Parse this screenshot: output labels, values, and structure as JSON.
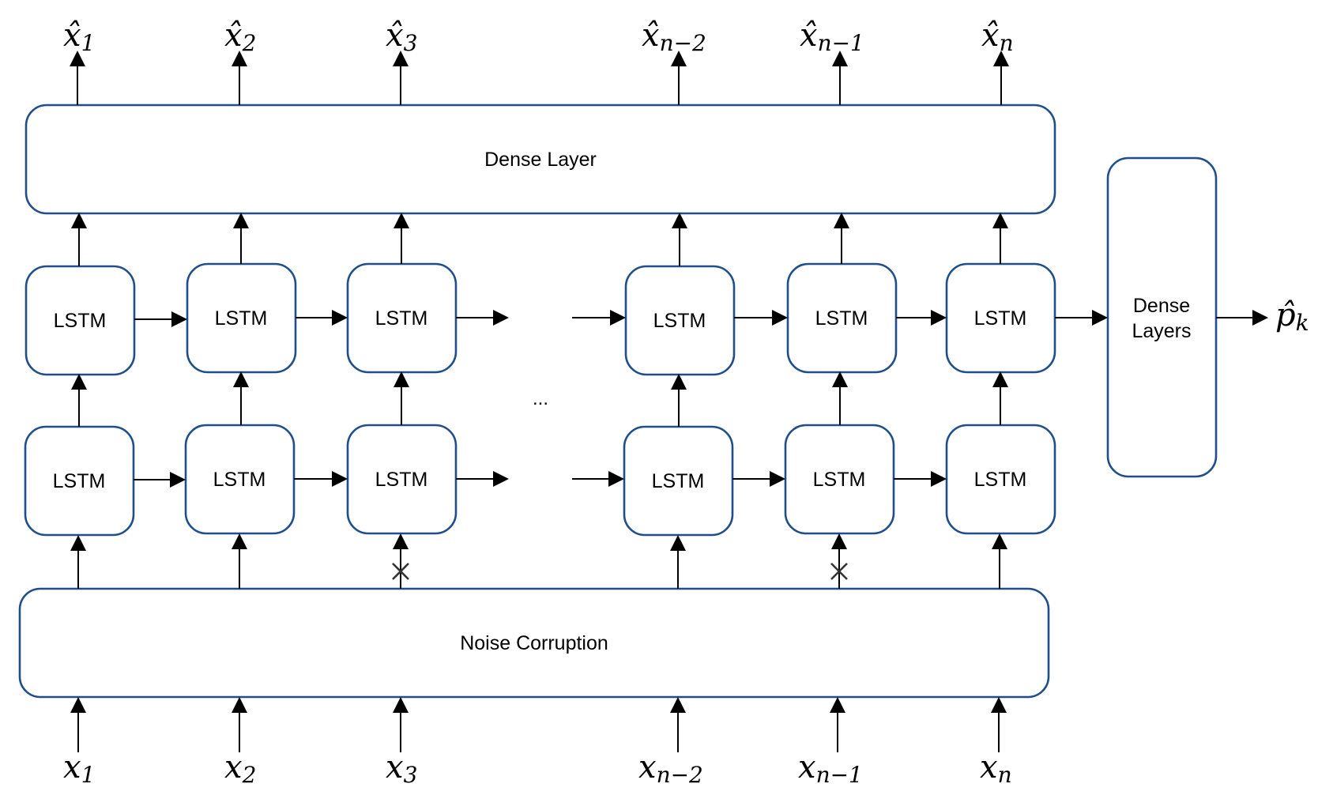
{
  "diagram": {
    "dense_layer_label": "Dense Layer",
    "noise_corruption_label": "Noise Corruption",
    "dense_layers_label": [
      "Dense",
      "Layers"
    ],
    "lstm_label": "LSTM",
    "ellipsis": "...",
    "inputs": [
      {
        "base": "x",
        "sub": "1"
      },
      {
        "base": "x",
        "sub": "2"
      },
      {
        "base": "x",
        "sub": "3"
      },
      {
        "base": "x",
        "sub": "n−2"
      },
      {
        "base": "x",
        "sub": "n−1"
      },
      {
        "base": "x",
        "sub": "n"
      }
    ],
    "outputs": [
      {
        "base": "x̂",
        "sub": "1"
      },
      {
        "base": "x̂",
        "sub": "2"
      },
      {
        "base": "x̂",
        "sub": "3"
      },
      {
        "base": "x̂",
        "sub": "n−2"
      },
      {
        "base": "x̂",
        "sub": "n−1"
      },
      {
        "base": "x̂",
        "sub": "n"
      }
    ],
    "final_output": {
      "base": "p̂",
      "sub": "k"
    },
    "corrupted_inputs": [
      "x3",
      "xn-1"
    ]
  }
}
